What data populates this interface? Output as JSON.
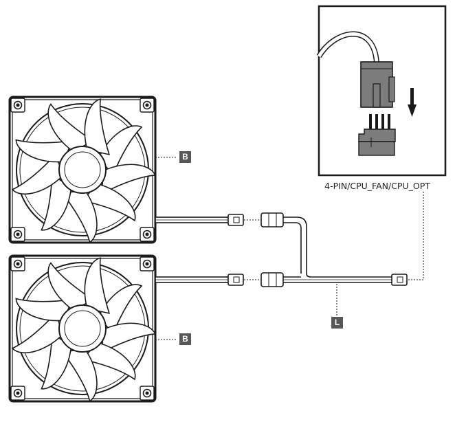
{
  "header_label": "4-PIN/CPU_FAN/CPU_OPT",
  "callouts": {
    "fan_top": "B",
    "fan_bottom": "B",
    "cable": "L"
  },
  "colors": {
    "tag_background": "#575757",
    "line": "#1a1a1a",
    "connector_fill": "#7c7c7c",
    "cable_fill": "#ffffff"
  },
  "icons": [
    "fan-icon",
    "fan-icon",
    "fan-connector-icon",
    "motherboard-header-icon",
    "insert-arrow-icon",
    "y-splitter-cable-icon"
  ]
}
